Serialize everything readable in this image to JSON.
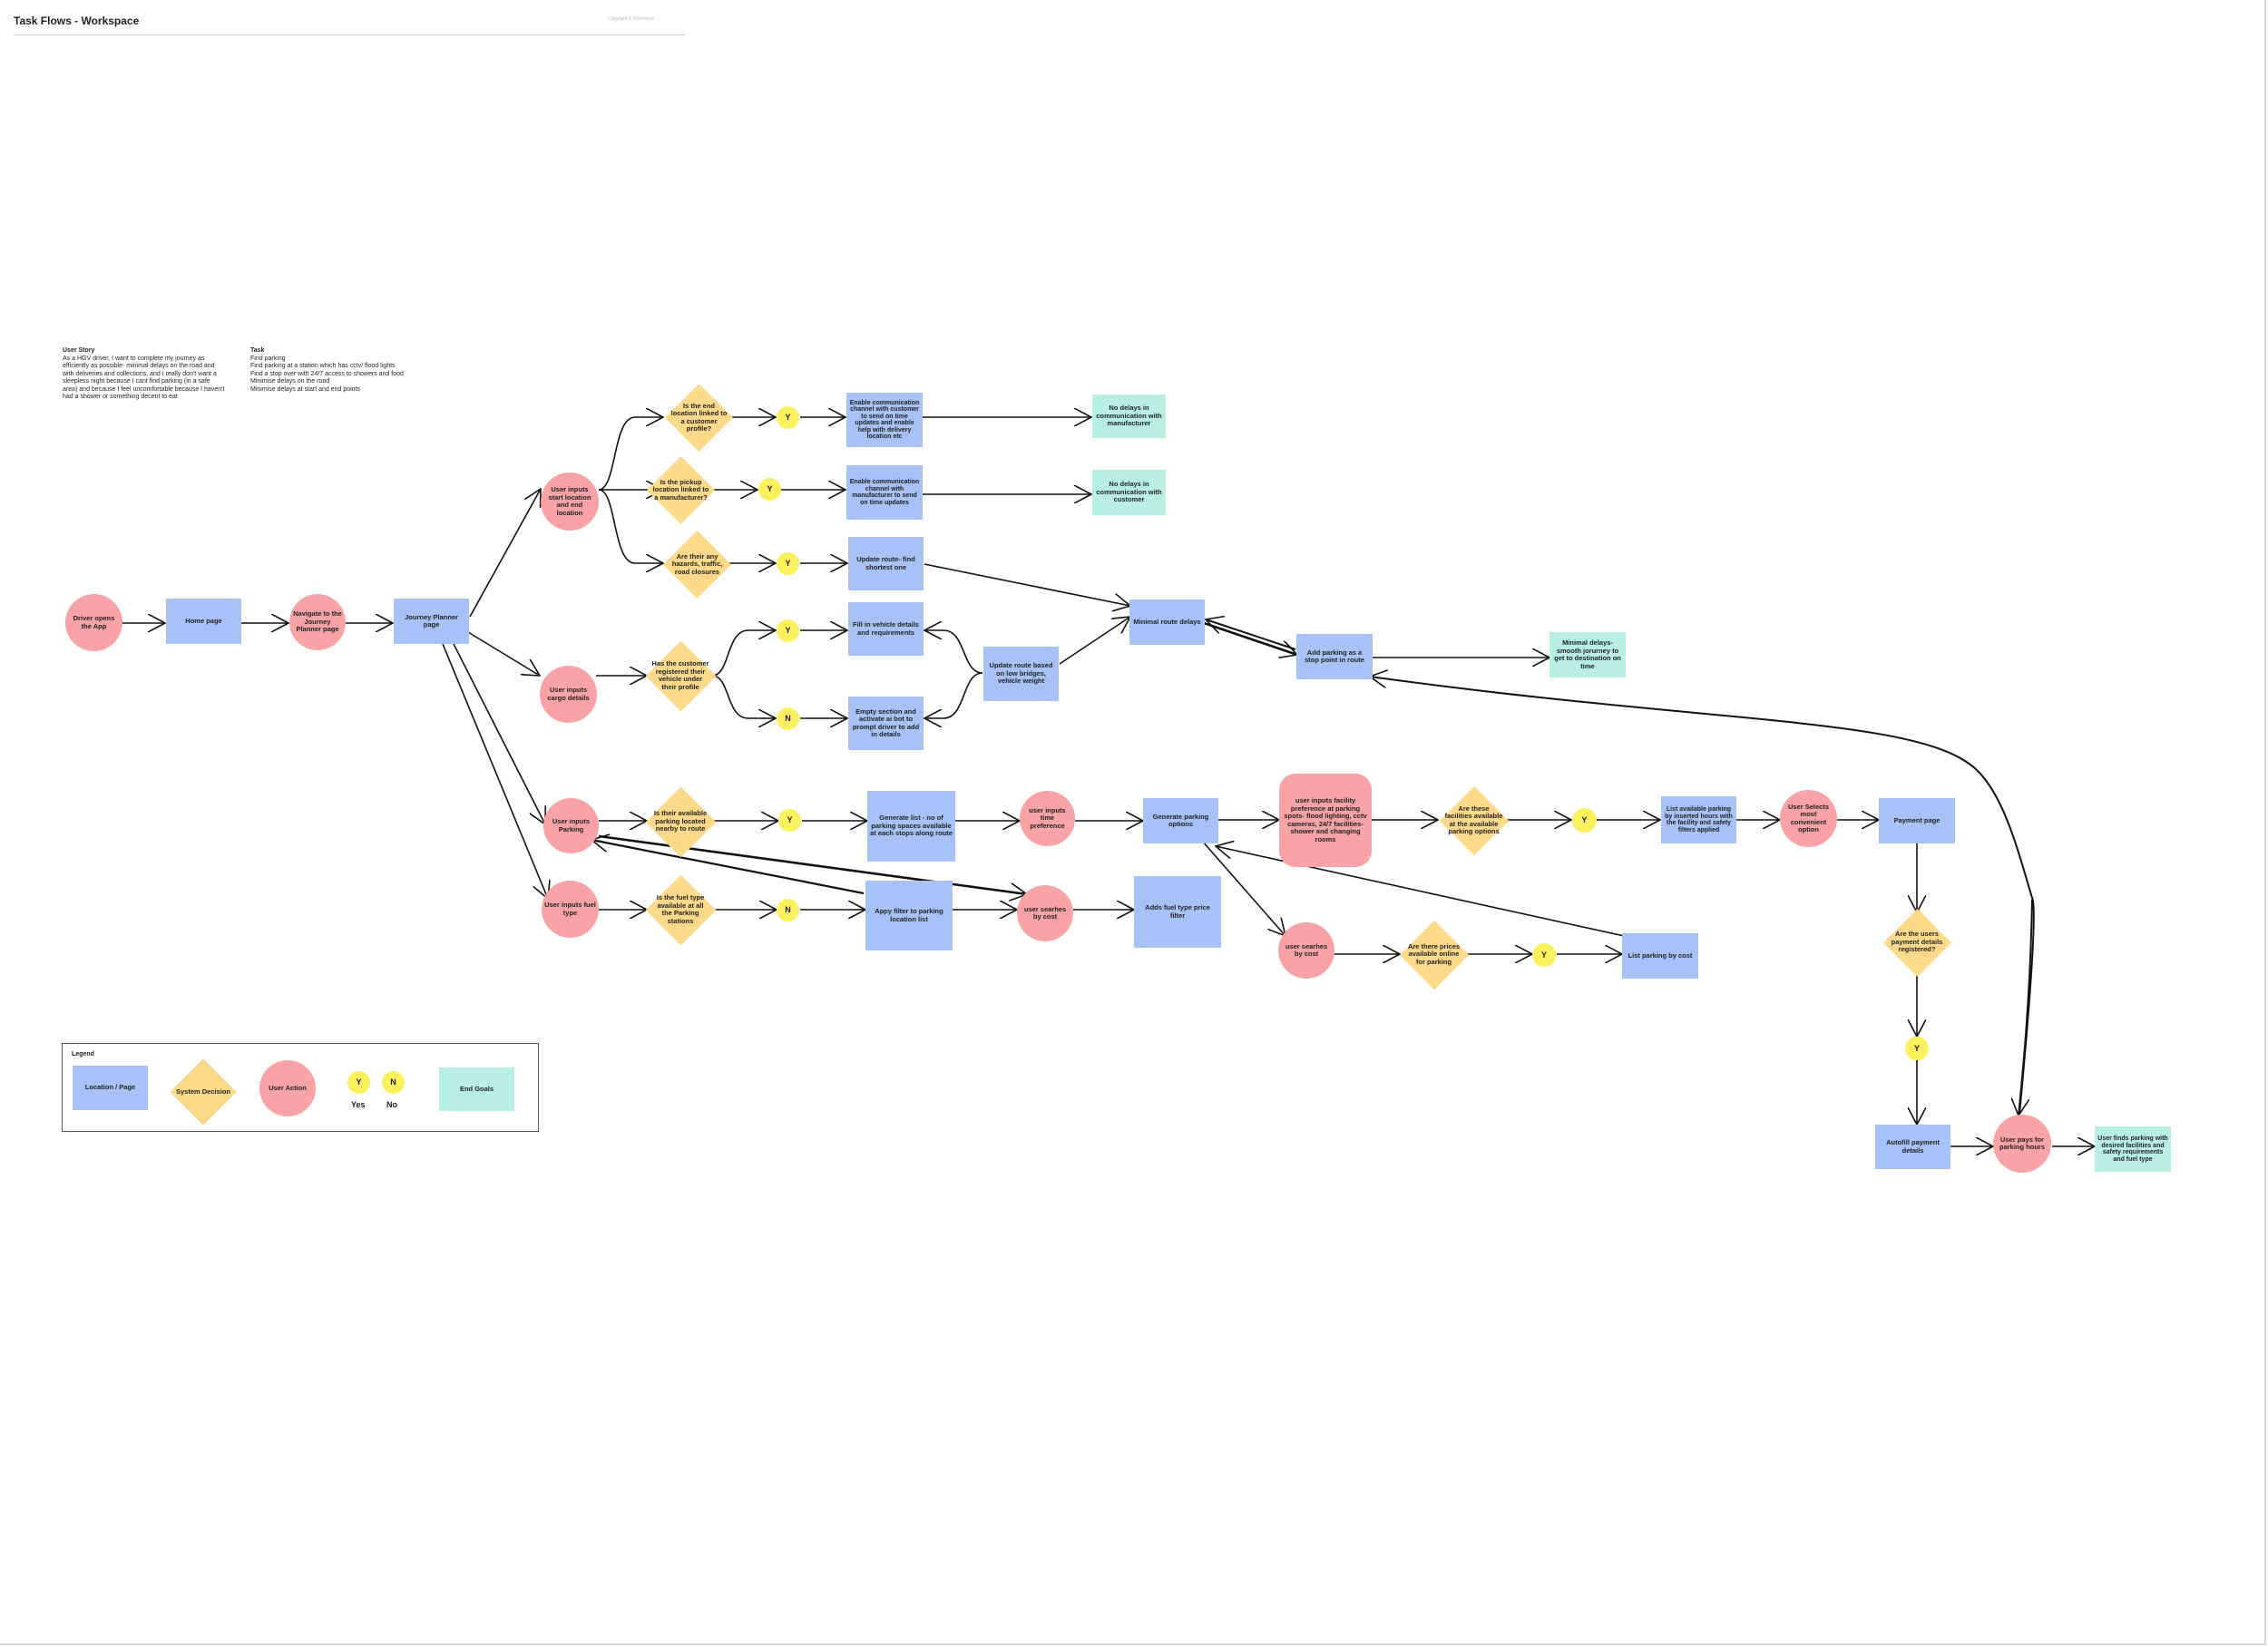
{
  "header": {
    "title": "Task Flows - Workspace",
    "copyright": "Copyright © Whimsical"
  },
  "user_story": {
    "heading": "User Story",
    "text": "As a HGV driver, I want to complete my journey as\nefficiently as possible- minimal delays on the road and\nwith deliveries and collections, and I really don't want a\nsleepless night because I cant find parking (in a safe\narea) and because I feel uncomfortable because I haven't\nhad a shower or something decent to eat"
  },
  "task": {
    "heading": "Task",
    "text": "Find parking\nFind parking at a station which has cctv/ flood lights\nFind a stop over with 24/7 access to showers and food\nMinimise delays on the road\nMinimise delays at start and end points"
  },
  "nodes": {
    "driver_opens": "Driver opens the App",
    "home_page": "Home page",
    "navigate_journey": "Navigate to the Journey Planner page",
    "journey_planner": "Journey Planner page",
    "inputs_location": "User inputs start location and end location",
    "inputs_cargo": "User inputs cargo details",
    "inputs_parking": "User inputs Parking",
    "inputs_fuel": "User inputs fuel type",
    "d_end_customer": "Is the end location linked to a customer profile?",
    "d_pickup_manufacturer": "Is the pickup location linked to a manufacturer?",
    "d_hazards": "Are their any hazards, traffic, road closures",
    "d_registered_vehicle": "Has the customer registered their vehicle under their profile",
    "d_parking_nearby": "Is their available parking located nearby to route",
    "d_fuel_available": "Is the fuel type available at all the Parking stations",
    "y1": "Y",
    "y2": "Y",
    "y3": "Y",
    "y4": "Y",
    "n1": "N",
    "y5": "Y",
    "n2": "N",
    "enable_customer": "Enable communication channel with customer to send on time updates and enable help with delivery location etc",
    "enable_manufacturer": "Enable communication channel with manufacturer to send on time updates",
    "update_route": "Update route- find shortest one",
    "fill_vehicle": "Fill in vehicle details and requirements",
    "empty_section": "Empty section and activate ai bot to prompt driver to add in details",
    "update_route_bridges": "Update route based on low bridges, vehicle weight",
    "minimal_route": "Minimal route delays",
    "add_parking_stop": "Add parking as a stop point in route",
    "goal_manufacturer": "No delays in communication with manufacturer",
    "goal_customer": "No delays in communication with customer",
    "goal_minimal": "Minimal delays- smooth jorurney to get to destination on time",
    "generate_list": "Generate list - no of parking spaces available at each stops along route",
    "time_pref": "user inputs time preference",
    "generate_options": "Generate parking options",
    "facility_pref": "user inputs facility preference at parking spots- flood lighting, cctv cameras, 24/7 facilities- shower and changing rooms",
    "d_facilities": "Are these facilities available at the available parking options",
    "y6": "Y",
    "list_available": "List available parking by inserted hours with the facility and safety filters applied",
    "selects_option": "User Selects most convenient option",
    "payment_page": "Payment page",
    "apply_filter": "Appy filter to parking location list",
    "search_cost_1": "user searhes by cost",
    "fuel_price_filter": "Adds fuel type price filter",
    "search_cost_2": "user searhes by cost",
    "d_prices_online": "Are there prices available online for parking",
    "y7": "Y",
    "list_by_cost": "List parking by cost",
    "d_payment_registered": "Are the users payment details registered?",
    "y8": "Y",
    "autofill_payment": "Autofill payment details",
    "pays_parking": "User pays for parking hours",
    "goal_final": "User finds parking with desired facilities and safety requirements and fuel type"
  },
  "legend": {
    "title": "Legend",
    "location": "Location / Page",
    "decision": "System Decision",
    "action": "User Action",
    "yes_symbol": "Y",
    "no_symbol": "N",
    "yes_label": "Yes",
    "no_label": "No",
    "end_goals": "End Goals"
  },
  "colors": {
    "location": "#a7c2f7",
    "decision": "#fdda8a",
    "action": "#f9a3a6",
    "yes_no": "#fbf15e",
    "end_goal": "#b7f0e3"
  }
}
